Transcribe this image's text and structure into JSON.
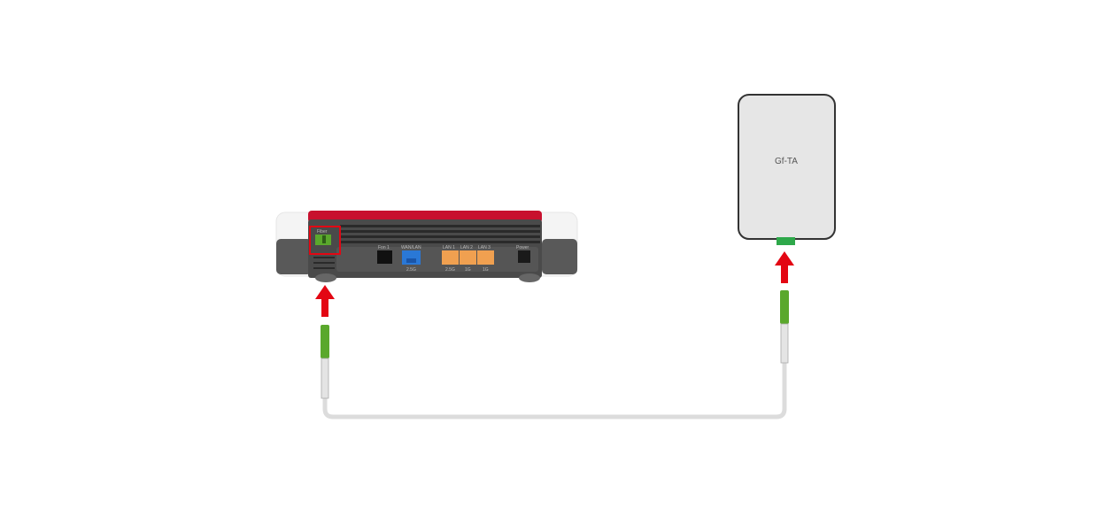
{
  "router": {
    "ports": {
      "fiber": "Fiber",
      "fon1": "Fon 1",
      "wanlan": "WAN/LAN",
      "lan1": "LAN 1",
      "lan2": "LAN 2",
      "lan3": "LAN 3",
      "power": "Power"
    },
    "speeds": {
      "wanlan": "2.5G",
      "lan1": "2.5G",
      "lan2": "1G",
      "lan3": "1G"
    },
    "highlight_color": "#e30613"
  },
  "terminal": {
    "label": "Gf-TA"
  },
  "colors": {
    "arrow": "#e30613",
    "fiber_connector": "#5aa82c",
    "cable": "#dcdcdc"
  }
}
